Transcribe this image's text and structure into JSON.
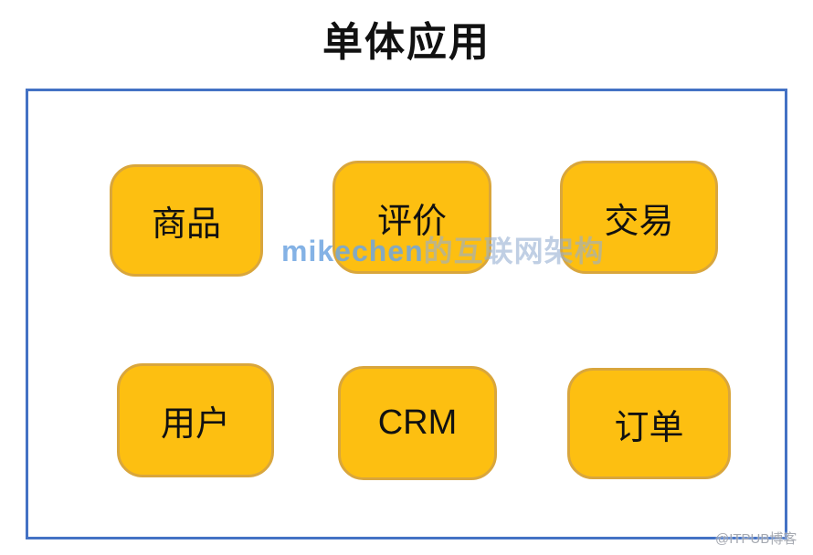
{
  "title": "单体应用",
  "diagram": {
    "type": "monolith-architecture",
    "modules": [
      "商品",
      "评价",
      "交易",
      "用户",
      "CRM",
      "订单"
    ],
    "rows": [
      [
        "商品",
        "评价",
        "交易"
      ],
      [
        "用户",
        "CRM",
        "订单"
      ]
    ]
  },
  "watermark_center": {
    "part1": "mikechen",
    "part2": "的互联网架构"
  },
  "watermark_corner": "@ITPUB博客",
  "colors": {
    "module_fill": "#fdbf11",
    "module_border": "#d9a63c",
    "container_border": "#4472c4",
    "title_text": "#111111",
    "watermark_blue": "#6ea5e0",
    "watermark_gray": "#969ba5"
  }
}
